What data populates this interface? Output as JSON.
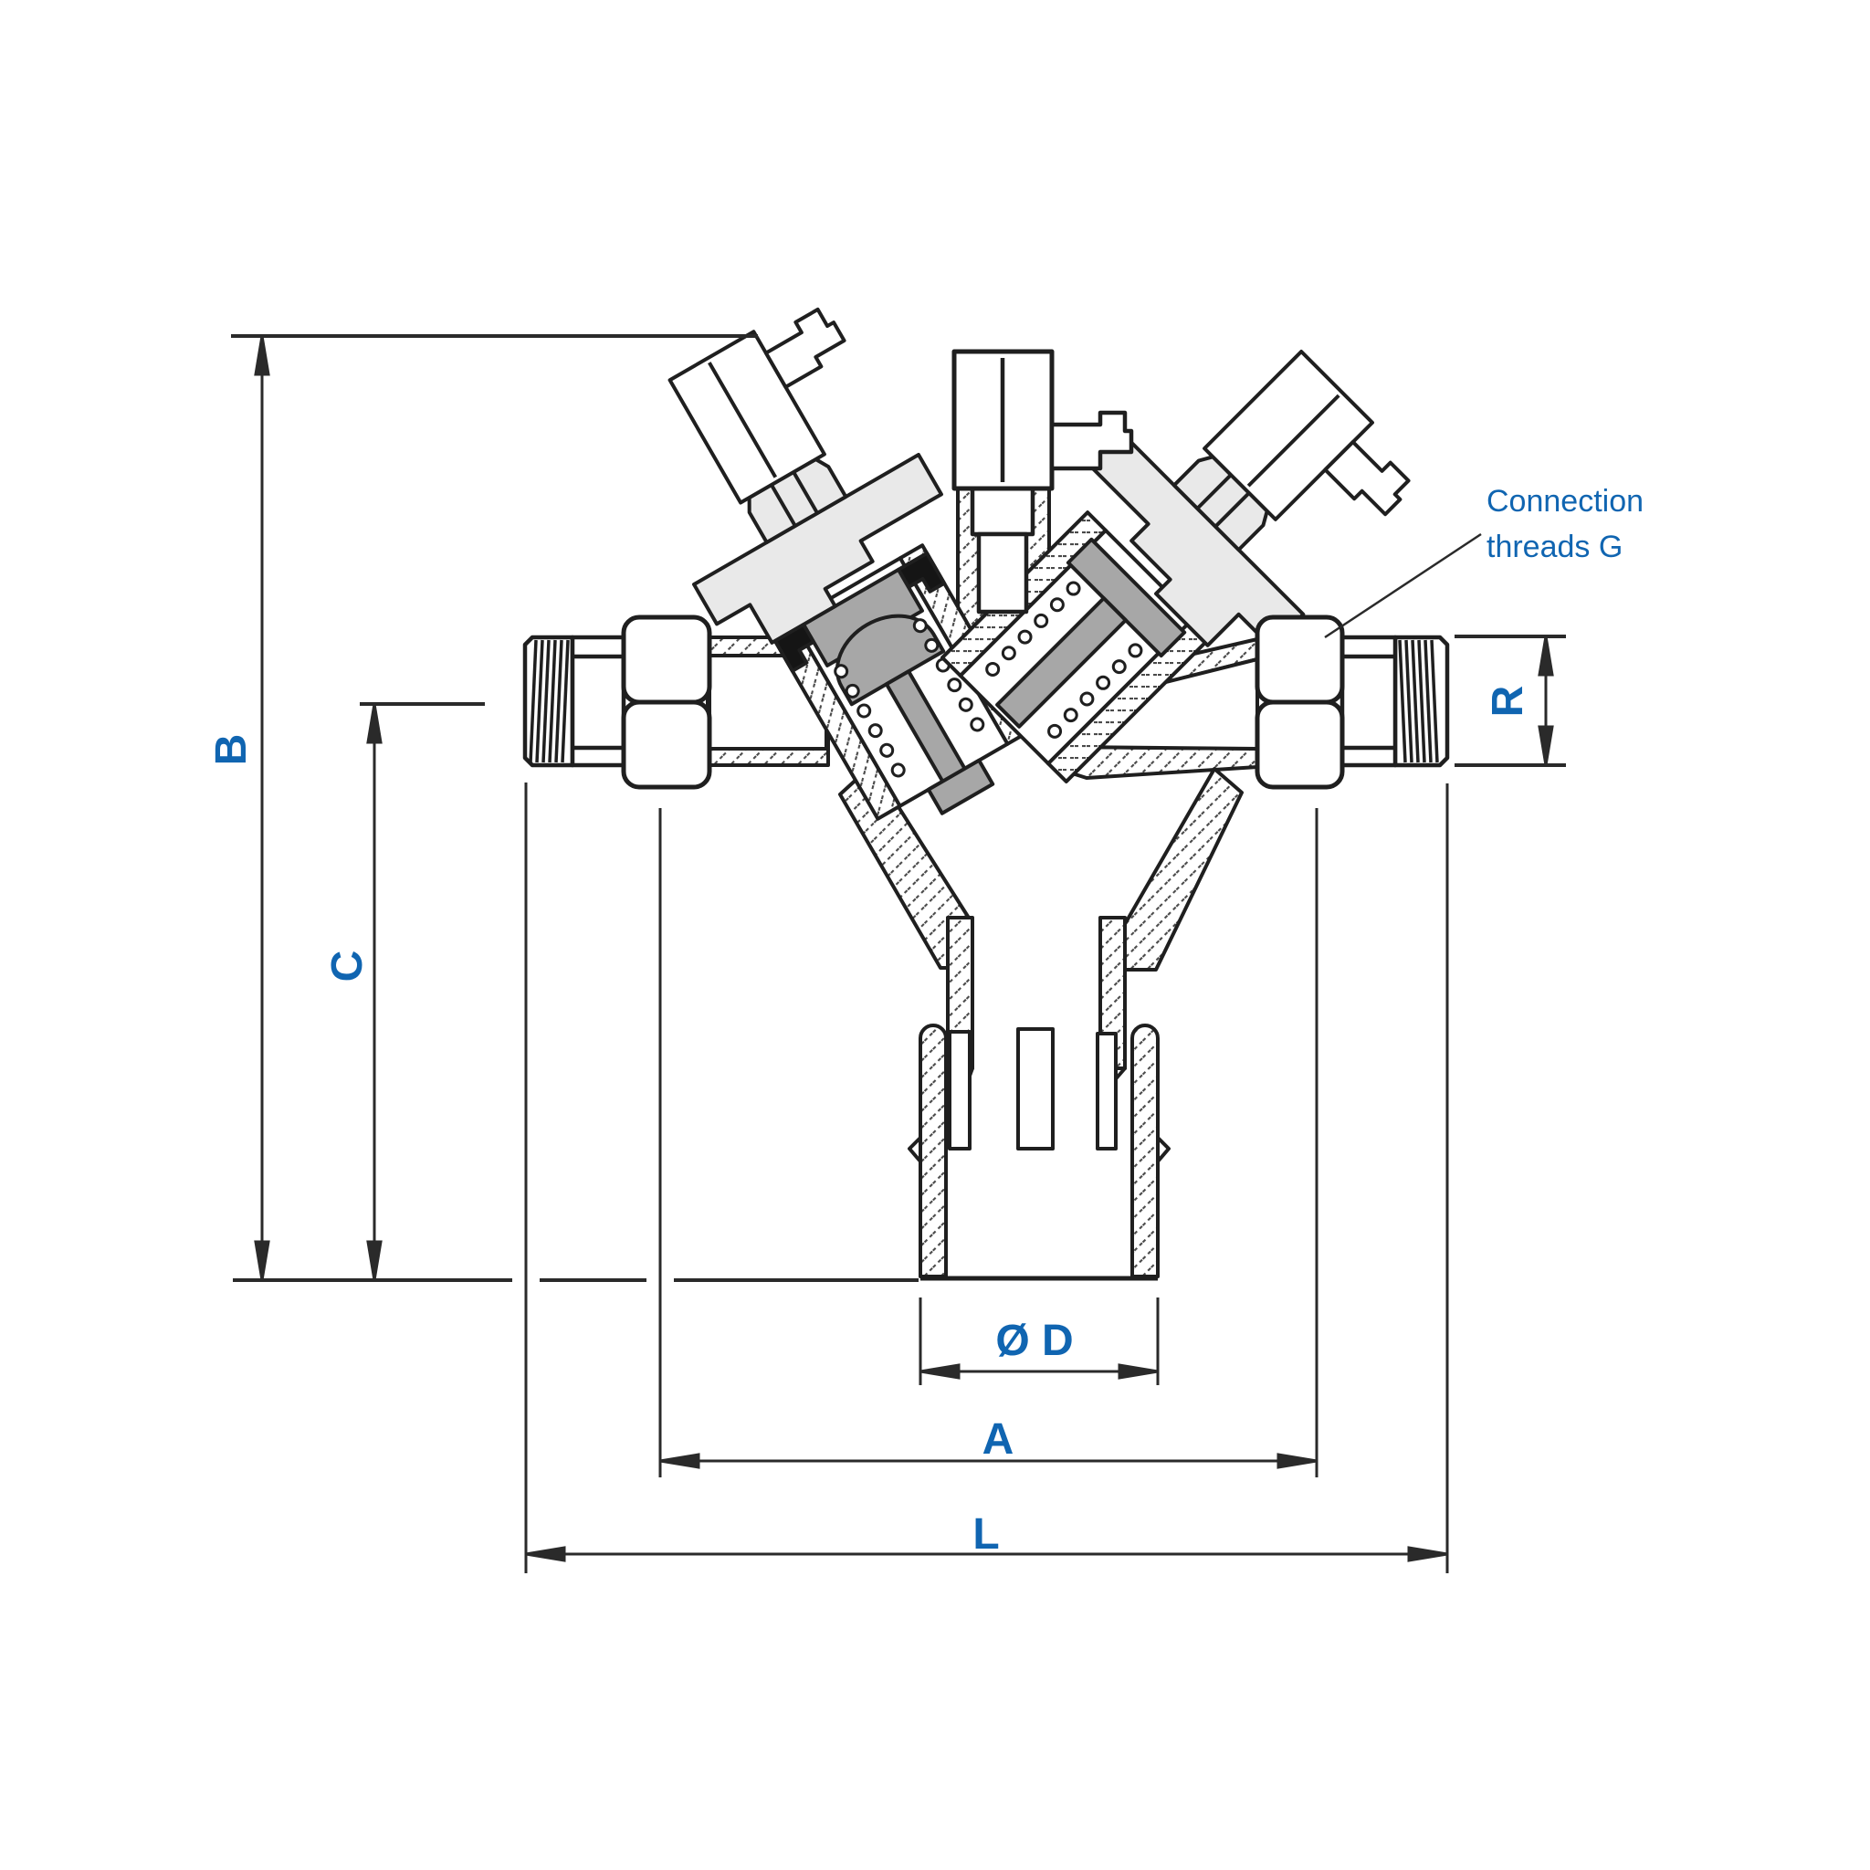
{
  "drawing": {
    "type": "technical-cross-section",
    "colors": {
      "annotation_blue": "#1065b1",
      "line_black": "#1f1f1f",
      "dimension_line": "#2a2a2a",
      "light_gray": "#e9e9e9",
      "mid_gray": "#a7a7a7",
      "seal_black": "#151515"
    },
    "dimensions": {
      "B": {
        "label": "B"
      },
      "C": {
        "label": "C"
      },
      "R": {
        "label": "R"
      },
      "D": {
        "label": "Ø D"
      },
      "A": {
        "label": "A"
      },
      "L": {
        "label": "L"
      }
    },
    "callout": {
      "line1": "Connection",
      "line2": "threads G"
    }
  }
}
